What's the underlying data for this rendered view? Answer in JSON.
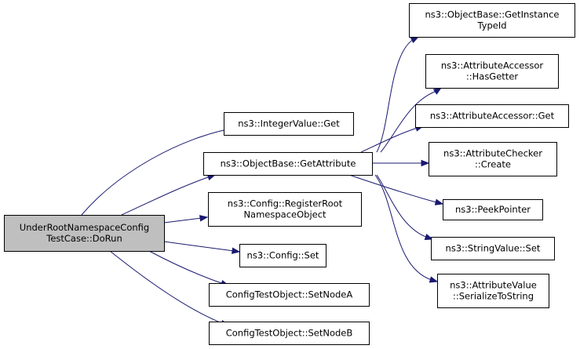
{
  "diagram": {
    "nodes": [
      {
        "id": "root",
        "lines": [
          "UnderRootNamespaceConfig",
          "TestCase::DoRun"
        ],
        "highlight": true
      },
      {
        "id": "intget",
        "lines": [
          "ns3::IntegerValue::Get"
        ]
      },
      {
        "id": "getattr",
        "lines": [
          "ns3::ObjectBase::GetAttribute"
        ]
      },
      {
        "id": "regroot",
        "lines": [
          "ns3::Config::RegisterRoot",
          "NamespaceObject"
        ]
      },
      {
        "id": "cfgset",
        "lines": [
          "ns3::Config::Set"
        ]
      },
      {
        "id": "setnodea",
        "lines": [
          "ConfigTestObject::SetNodeA"
        ]
      },
      {
        "id": "setnodeb",
        "lines": [
          "ConfigTestObject::SetNodeB"
        ]
      },
      {
        "id": "getinst",
        "lines": [
          "ns3::ObjectBase::GetInstance",
          "TypeId"
        ]
      },
      {
        "id": "hasgetter",
        "lines": [
          "ns3::AttributeAccessor",
          "::HasGetter"
        ]
      },
      {
        "id": "accget",
        "lines": [
          "ns3::AttributeAccessor::Get"
        ]
      },
      {
        "id": "chkcreate",
        "lines": [
          "ns3::AttributeChecker",
          "::Create"
        ]
      },
      {
        "id": "peek",
        "lines": [
          "ns3::PeekPointer"
        ]
      },
      {
        "id": "strset",
        "lines": [
          "ns3::StringValue::Set"
        ]
      },
      {
        "id": "serialize",
        "lines": [
          "ns3::AttributeValue",
          "::SerializeToString"
        ]
      }
    ],
    "edges": [
      {
        "from": "root",
        "to": "intget"
      },
      {
        "from": "root",
        "to": "getattr"
      },
      {
        "from": "root",
        "to": "regroot"
      },
      {
        "from": "root",
        "to": "cfgset"
      },
      {
        "from": "root",
        "to": "setnodea"
      },
      {
        "from": "root",
        "to": "setnodeb"
      },
      {
        "from": "getattr",
        "to": "getinst"
      },
      {
        "from": "getattr",
        "to": "hasgetter"
      },
      {
        "from": "getattr",
        "to": "accget"
      },
      {
        "from": "getattr",
        "to": "chkcreate"
      },
      {
        "from": "getattr",
        "to": "peek"
      },
      {
        "from": "getattr",
        "to": "strset"
      },
      {
        "from": "getattr",
        "to": "serialize"
      }
    ],
    "colors": {
      "edge": "#191970",
      "node_fill": "#ffffff",
      "highlight_fill": "#bfbfbf",
      "border": "#000000"
    }
  }
}
